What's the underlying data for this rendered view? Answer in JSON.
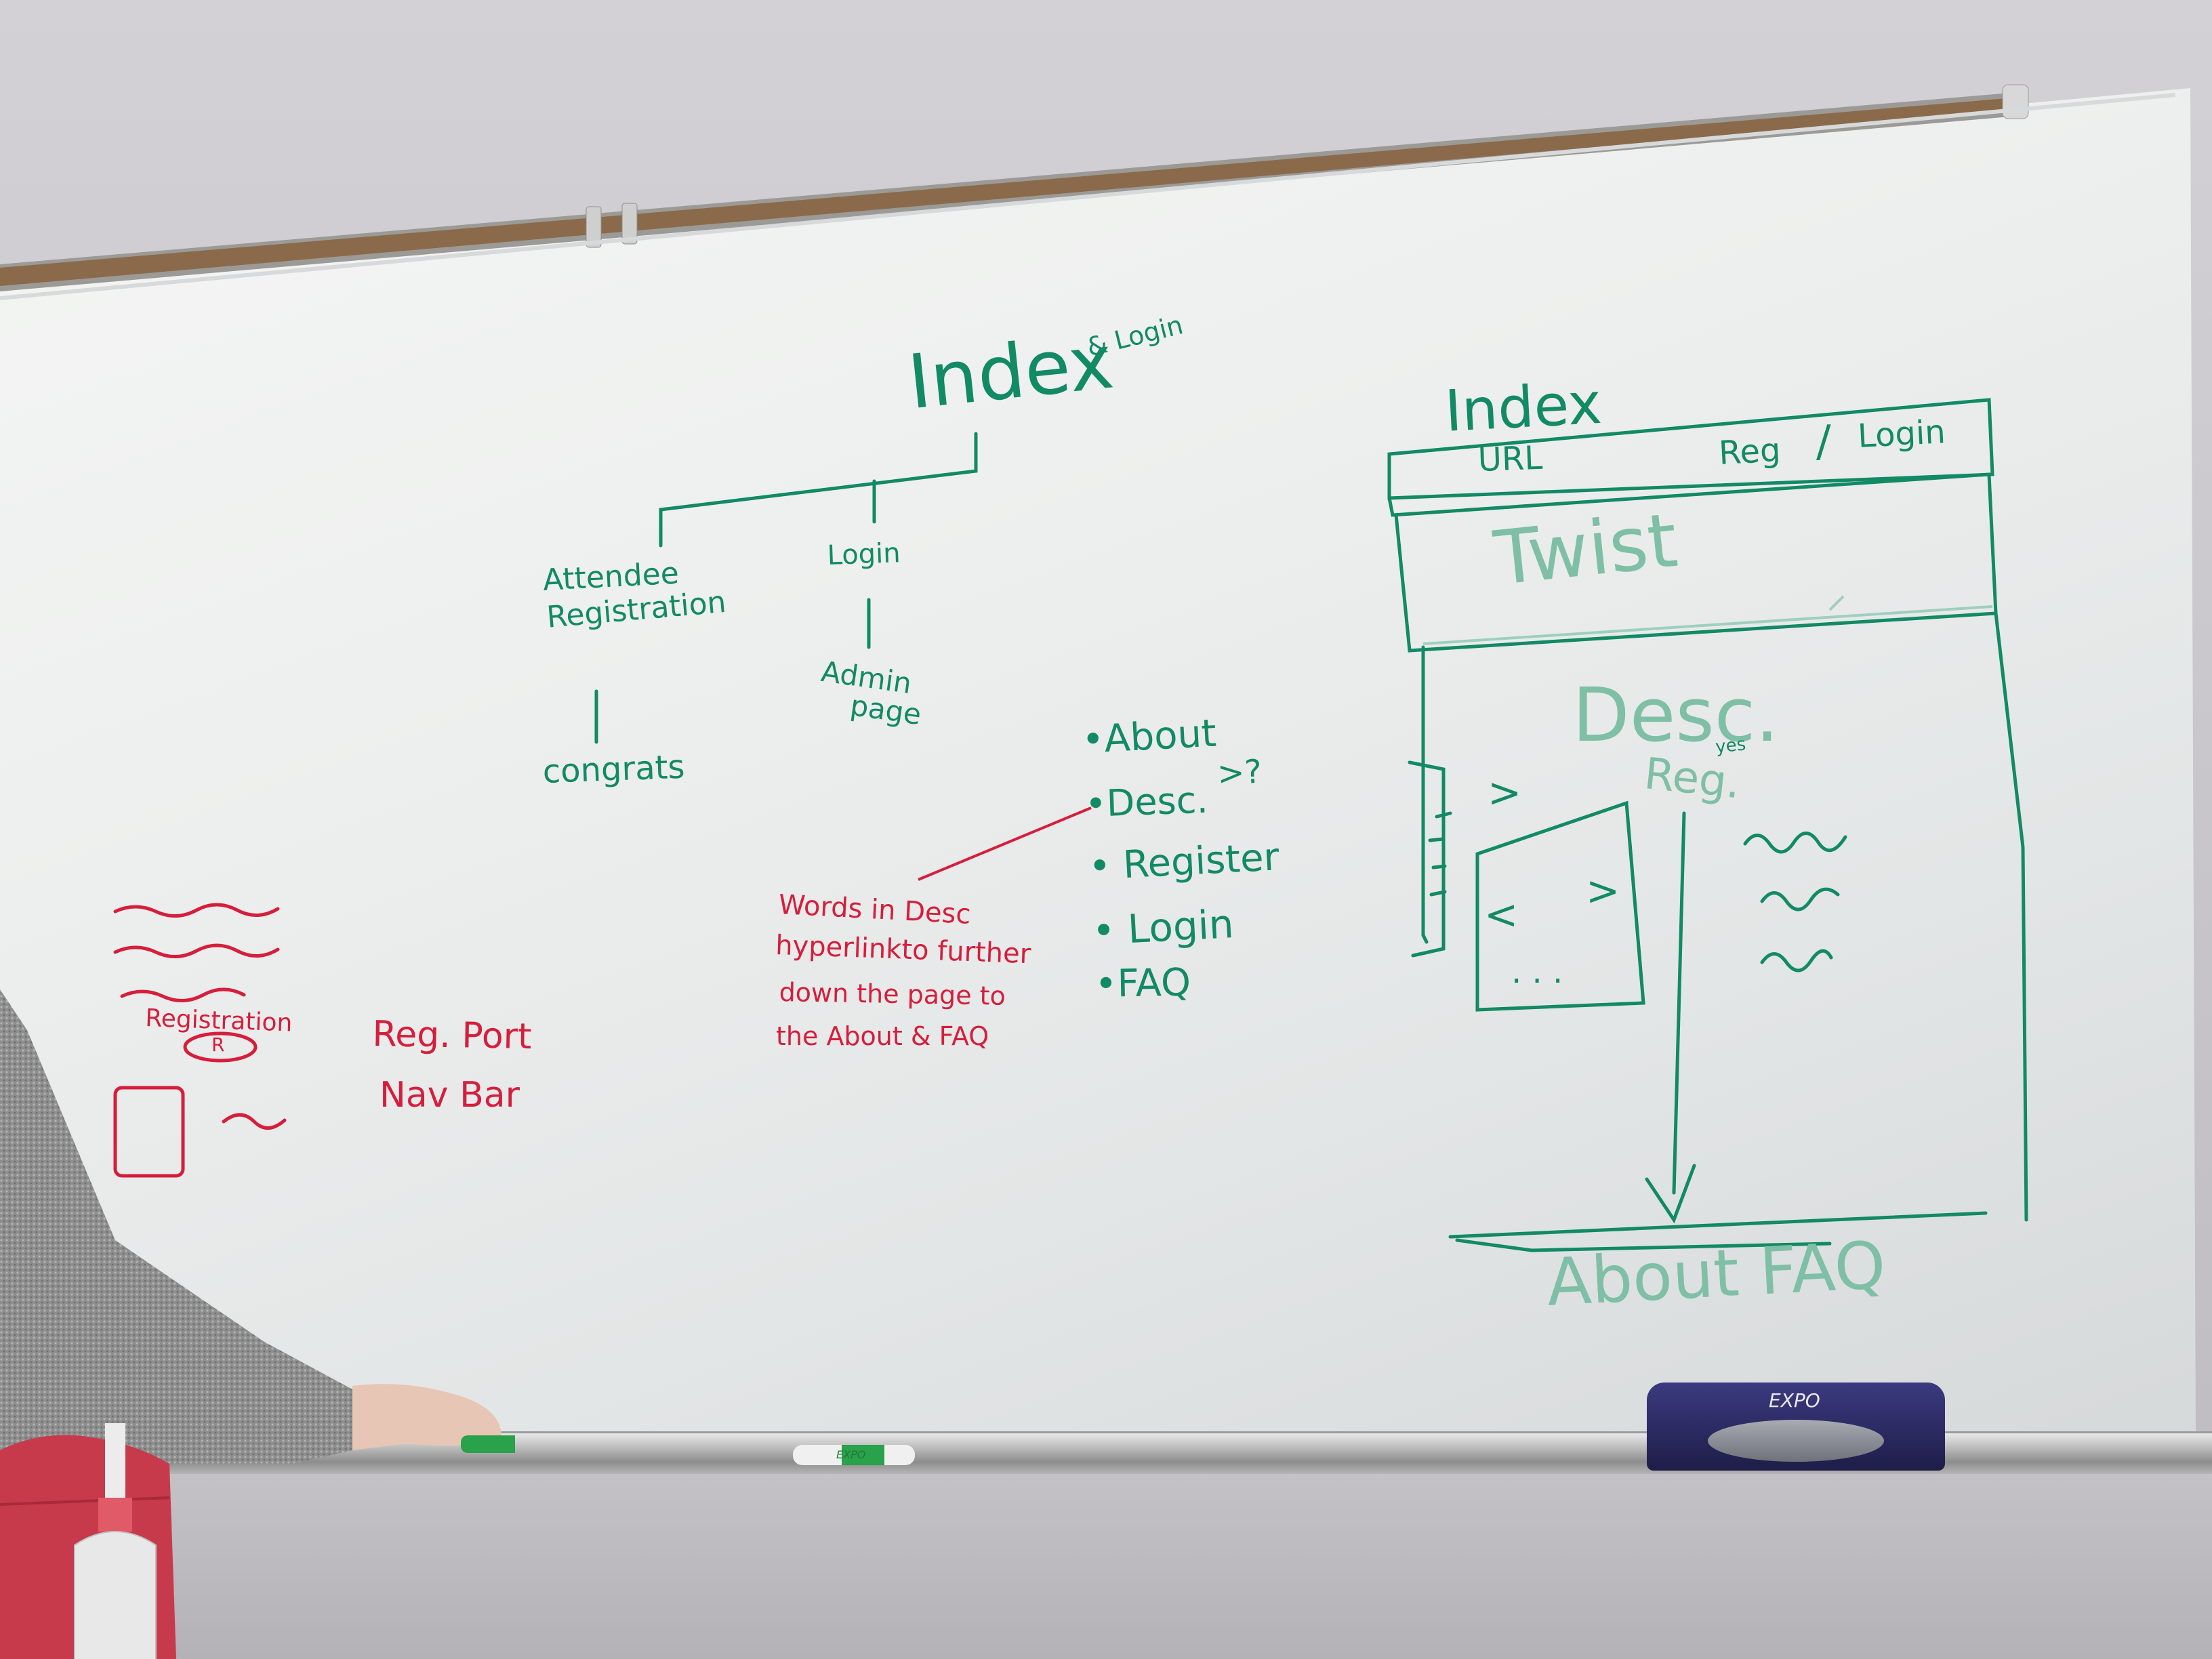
{
  "colors": {
    "green_marker": "#128a63",
    "red_marker": "#d61e3c",
    "eraser": "#2b2a62"
  },
  "sitemap": {
    "root": "Index",
    "root_note": "& Login",
    "children": [
      {
        "line1": "Attendee",
        "line2": "Registration",
        "child": "congrats"
      },
      {
        "line1": "Login",
        "child_line1": "Admin",
        "child_line2": "page"
      }
    ]
  },
  "sections_list": {
    "items": [
      "•About",
      "•Desc.",
      "• Register",
      "• Login",
      "•FAQ"
    ],
    "bracket_note": ">?"
  },
  "desc_note": {
    "lines": [
      "Words in Desc",
      "hyperlinkto further",
      "down the page to",
      "the About & FAQ"
    ]
  },
  "left_notes": {
    "registration": "Registration",
    "registration_badge": "R",
    "reg_port": "Reg. Port",
    "nav_bar": "Nav Bar"
  },
  "wireframe": {
    "title": "Index",
    "url_label": "URL",
    "reg_label": "Reg",
    "separator": "/",
    "login_label": "Login",
    "banner": "Twist",
    "desc": "Desc.",
    "desc_sub": "Reg.",
    "desc_note": "yes",
    "carousel_prev": "<",
    "carousel_next": ">",
    "carousel_dots": ". . .",
    "arrow": ">",
    "footer": "About FAQ"
  },
  "props": {
    "eraser_brand": "EXPO",
    "marker_brand": "EXPO"
  }
}
